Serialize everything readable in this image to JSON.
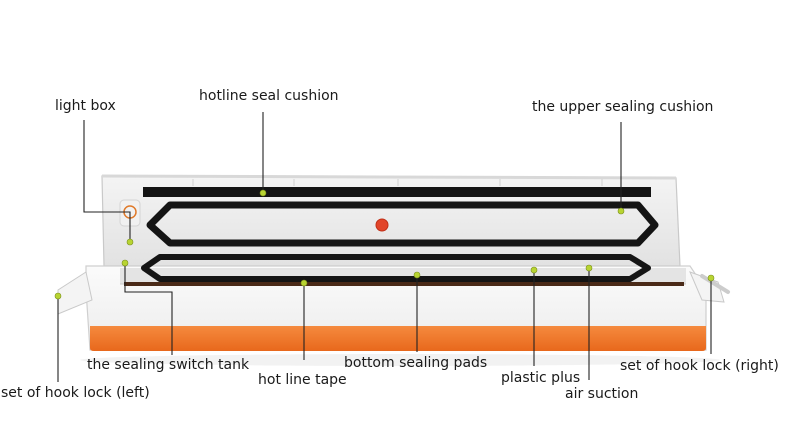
{
  "labels": {
    "light_box": "light box",
    "hotline_seal_cushion": "hotline seal cushion",
    "upper_sealing_cushion": "the upper sealing cushion",
    "sealing_switch_tank": "the sealing switch tank",
    "hook_lock_left": "set of hook lock (left)",
    "hot_line_tape": "hot line tape",
    "bottom_sealing_pads": "bottom sealing pads",
    "plastic_plus": "plastic plus",
    "air_suction": "air suction",
    "hook_lock_right": "set of hook lock (right)"
  },
  "colors": {
    "body": "#ffffff",
    "accent_orange": "#f07a2c",
    "gasket": "#141414",
    "marker": "#b8d432",
    "leader_line": "#222222"
  }
}
